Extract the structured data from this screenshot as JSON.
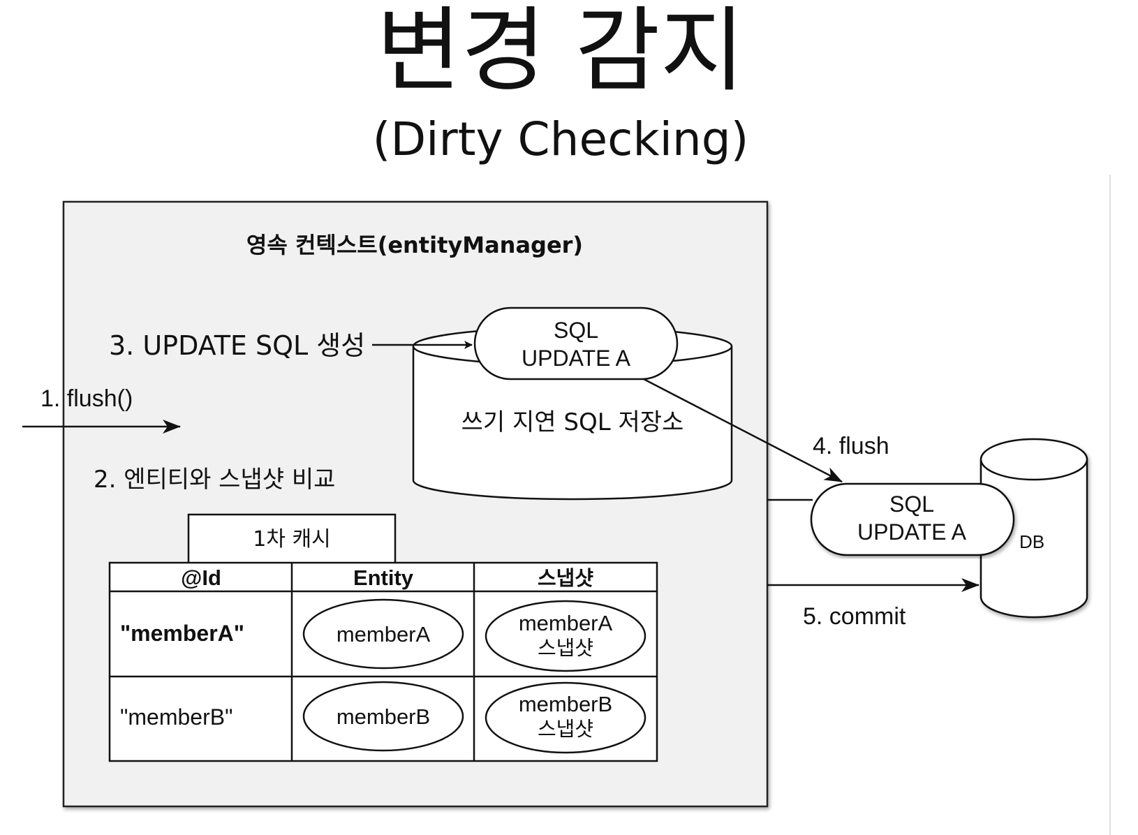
{
  "title": "변경 감지",
  "subtitle": "(Dirty Checking)",
  "context": {
    "label": "영속 컨텍스트(entityManager)"
  },
  "steps": {
    "flush_call": "1. flush()",
    "compare": "2. 엔티티와 스냅샷 비교",
    "generate": "3. UPDATE SQL 생성",
    "flush": "4. flush",
    "commit": "5. commit"
  },
  "sql_store": {
    "label": "쓰기 지연 SQL 저장소",
    "pill_line1": "SQL",
    "pill_line2": "UPDATE A"
  },
  "db": {
    "label": "DB",
    "pill_line1": "SQL",
    "pill_line2": "UPDATE A"
  },
  "cache": {
    "label": "1차 캐시",
    "headers": [
      "@Id",
      "Entity",
      "스냅샷"
    ],
    "rows": [
      {
        "id": "\"memberA\"",
        "entity": "memberA",
        "snapshot_line1": "memberA",
        "snapshot_line2": "스냅샷"
      },
      {
        "id": "\"memberB\"",
        "entity": "memberB",
        "snapshot_line1": "memberB",
        "snapshot_line2": "스냅샷"
      }
    ]
  }
}
